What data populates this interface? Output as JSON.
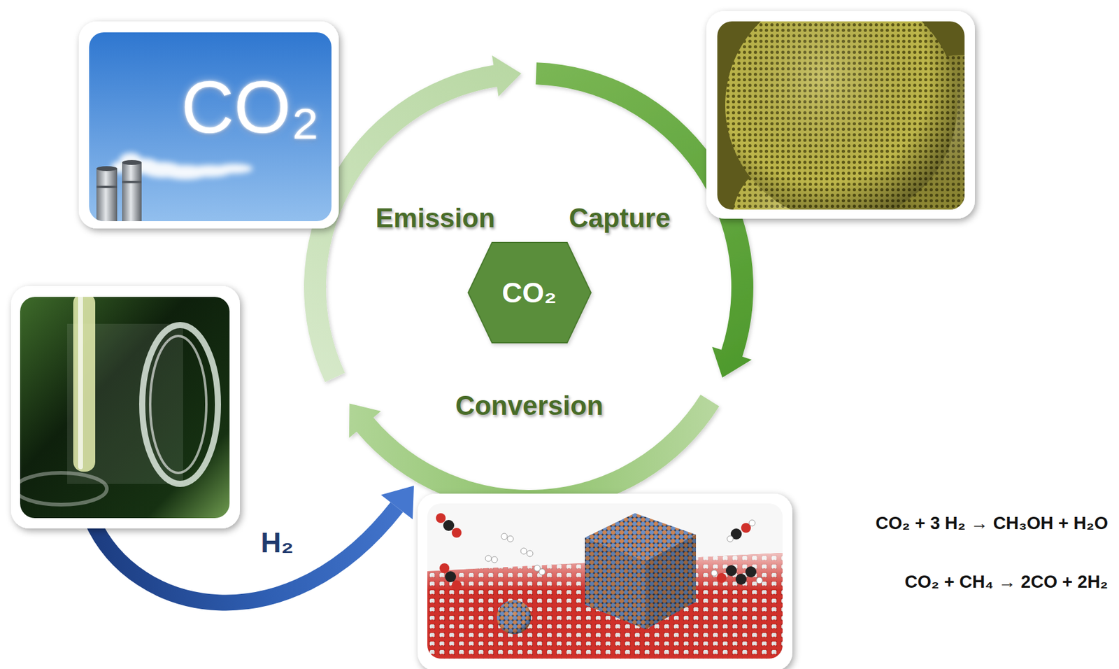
{
  "diagram": {
    "nodes": [
      {
        "text": [
          "CO₂"
        ]
      }
    ],
    "labels": [
      "CO₂",
      "Emission",
      "Capture",
      "Conversion",
      "H₂",
      "CO₂ + 3 H₂ → CH₃OH + H₂O",
      "CO₂ + CH₄ → 2CO + 2H₂"
    ]
  }
}
